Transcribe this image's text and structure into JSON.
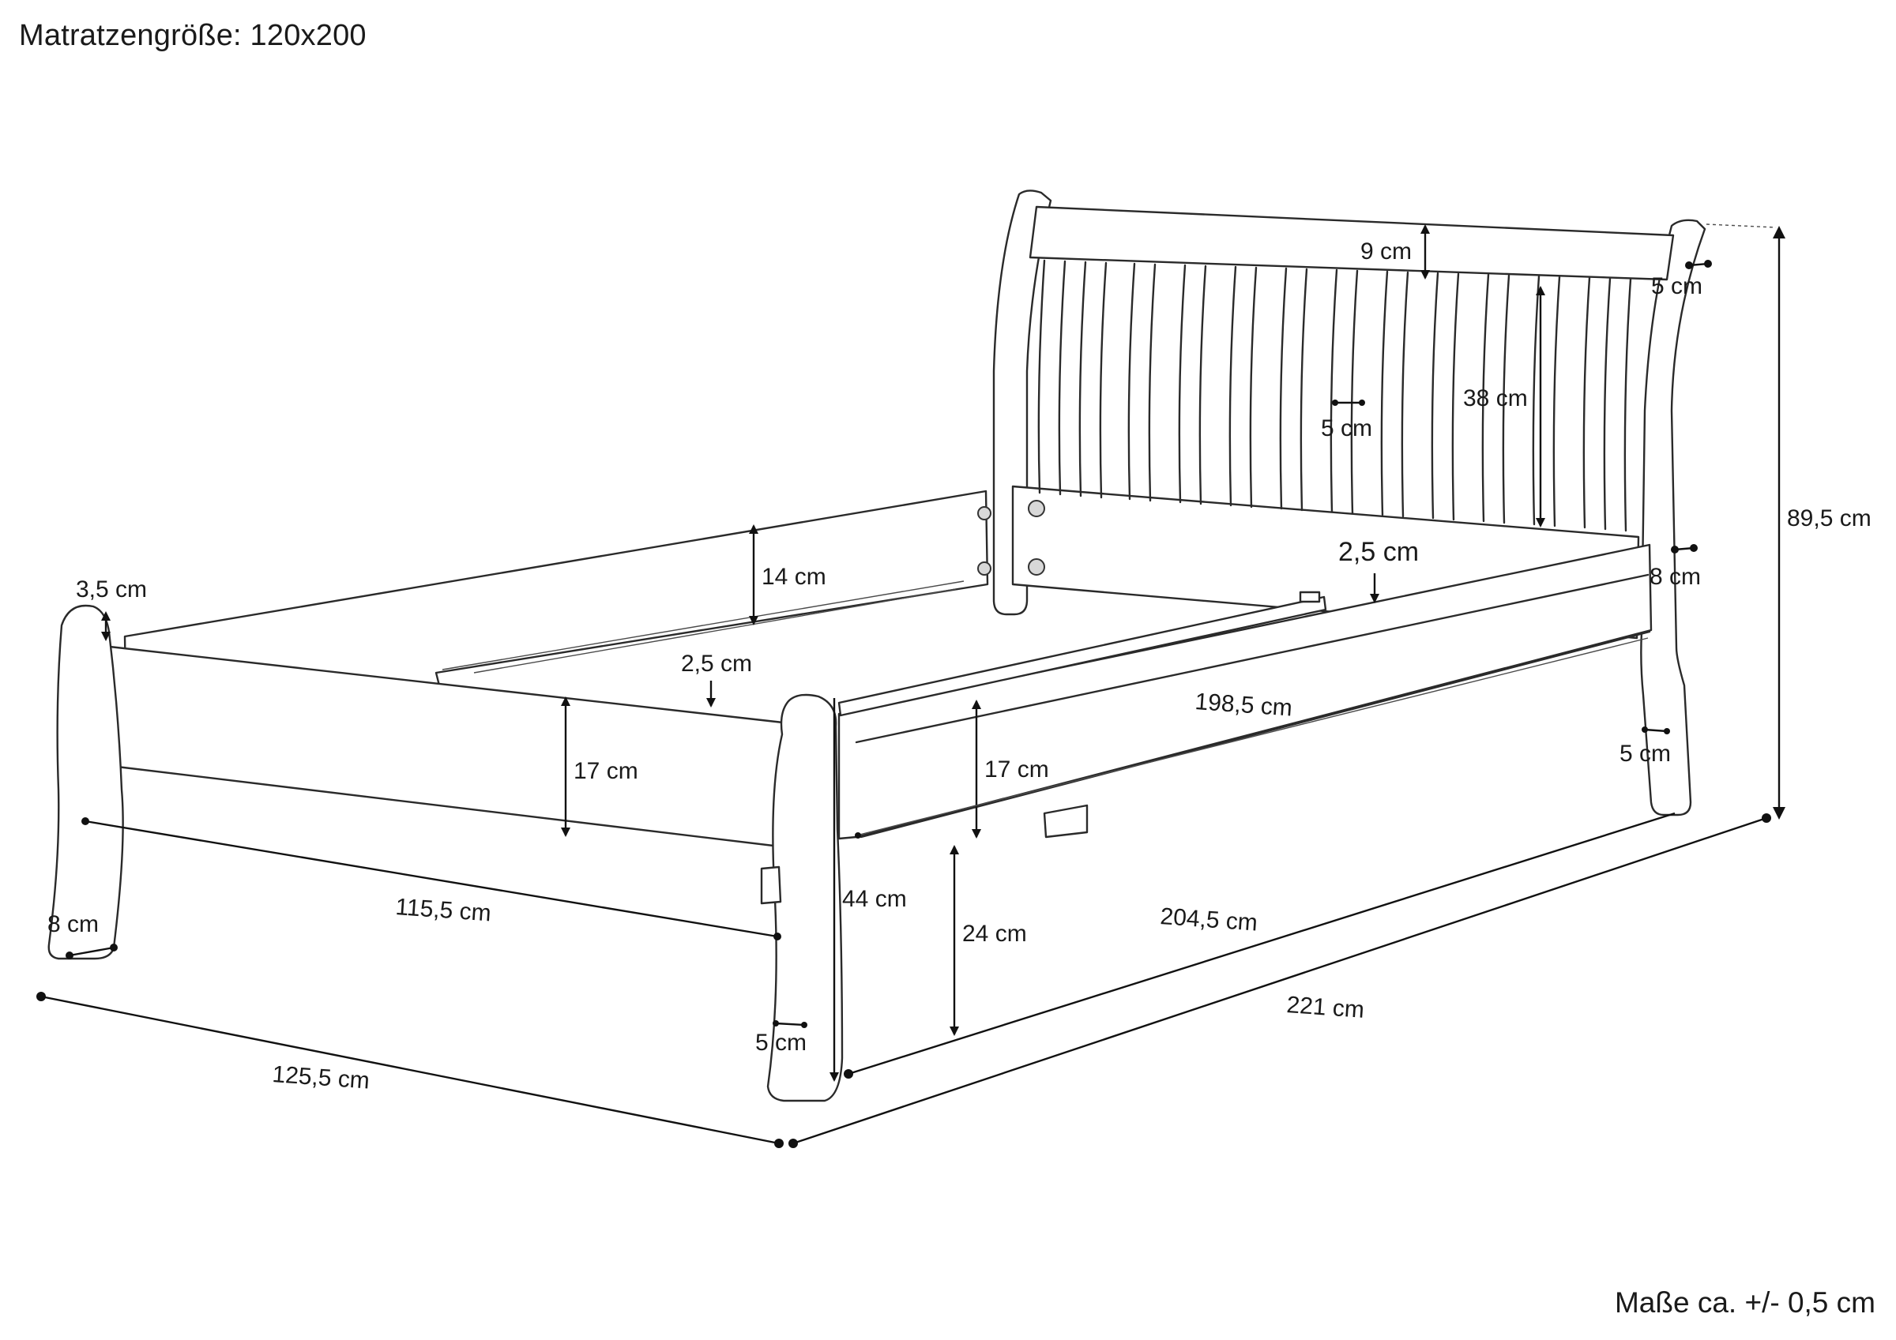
{
  "header": {
    "title": "Matratzengröße: 120x200"
  },
  "footer": {
    "tolerance": "Maße ca. +/- 0,5 cm"
  },
  "dimensions": {
    "headboard_top_rail": "9 cm",
    "headboard_post_width": "5 cm",
    "slat_width": "5 cm",
    "slat_height": "38 cm",
    "total_height": "89,5 cm",
    "right_side_rail_height": "8 cm",
    "slat_support_strip_right": "2,5 cm",
    "slat_support_strip_left": "2,5 cm",
    "back_rail_height": "14 cm",
    "footboard_post_top": "3,5 cm",
    "inner_length": "198,5 cm",
    "footboard_height": "17 cm",
    "side_rail_height": "17 cm",
    "headboard_leg": "5 cm",
    "inner_width": "115,5 cm",
    "foot_height": "44 cm",
    "underbed_clearance": "24 cm",
    "side_length": "204,5 cm",
    "foot_post_depth": "8 cm",
    "foot_leg": "5 cm",
    "total_length": "221 cm",
    "total_width": "125,5 cm"
  }
}
